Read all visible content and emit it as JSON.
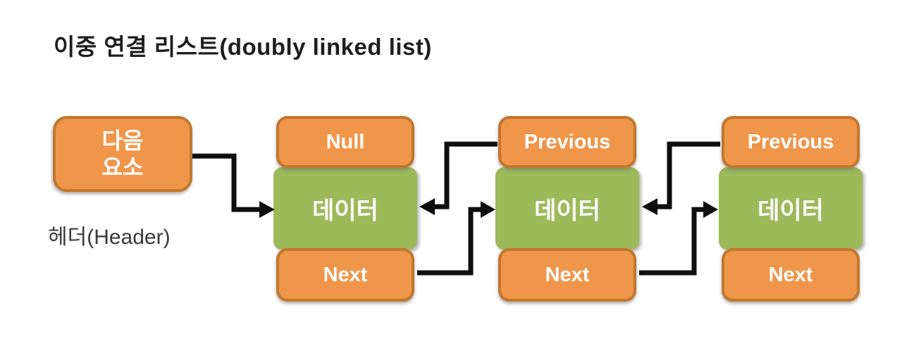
{
  "title": "이중 연결 리스트(doubly linked list)",
  "header": {
    "box_label": "다음\n요소",
    "caption": "헤더(Header)"
  },
  "nodes": [
    {
      "top_label": "Null",
      "data_label": "데이터",
      "next_label": "Next"
    },
    {
      "top_label": "Previous",
      "data_label": "데이터",
      "next_label": "Next"
    },
    {
      "top_label": "Previous",
      "data_label": "데이터",
      "next_label": "Next"
    }
  ],
  "arrows": [
    {
      "from": "header-box",
      "to": "node-1-data",
      "direction": "forward"
    },
    {
      "from": "node-1-next",
      "to": "node-2-data",
      "direction": "forward"
    },
    {
      "from": "node-2-previous",
      "to": "node-1-data",
      "direction": "backward"
    },
    {
      "from": "node-2-next",
      "to": "node-3-data",
      "direction": "forward"
    },
    {
      "from": "node-3-previous",
      "to": "node-2-data",
      "direction": "backward"
    }
  ],
  "colors": {
    "background": "#ffffff",
    "orange_fill": "#f0964a",
    "orange_border": "#c2772e",
    "green_fill": "#9cba5a",
    "arrow": "#0e0e0e",
    "title_text": "#1e1e1e",
    "caption_text": "#3a3a3a",
    "box_text": "#ffffff"
  }
}
